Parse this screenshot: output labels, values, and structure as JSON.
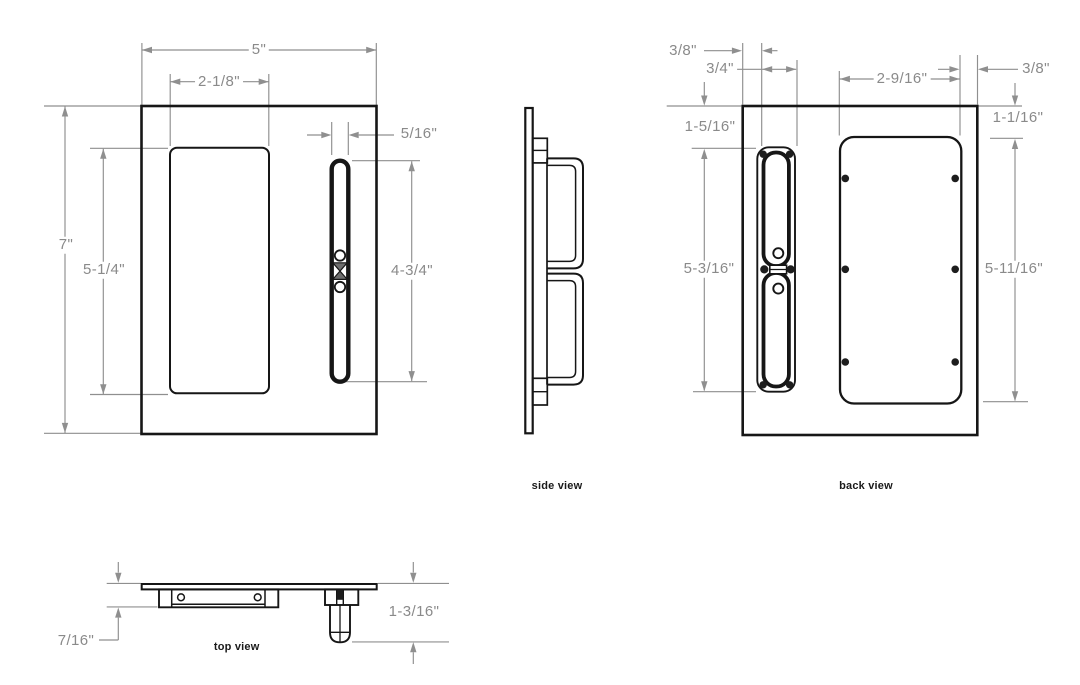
{
  "drawing": {
    "colors": {
      "line": "#161616",
      "dim": "#8f8f8f",
      "background": "#ffffff"
    },
    "front": {
      "dims": {
        "overall_width": "5\"",
        "recess_width": "2-1/8\"",
        "overall_height": "7\"",
        "recess_height": "5-1/4\"",
        "slot_width": "5/16\"",
        "slot_height": "4-3/4\""
      }
    },
    "side": {
      "caption": "side view"
    },
    "back": {
      "caption": "back view",
      "dims": {
        "edge_to_slot": "3/8\"",
        "slot_outer_width": "3/4\"",
        "backplate_width": "2-9/16\"",
        "backplate_to_edge": "3/8\"",
        "top_to_slot": "1-5/16\"",
        "top_to_backplate": "1-1/16\"",
        "slot_height": "5-3/16\"",
        "backplate_height": "5-11/16\""
      }
    },
    "top": {
      "caption": "top view",
      "dims": {
        "body_depth": "7/16\"",
        "latch_depth": "1-3/16\""
      }
    }
  }
}
